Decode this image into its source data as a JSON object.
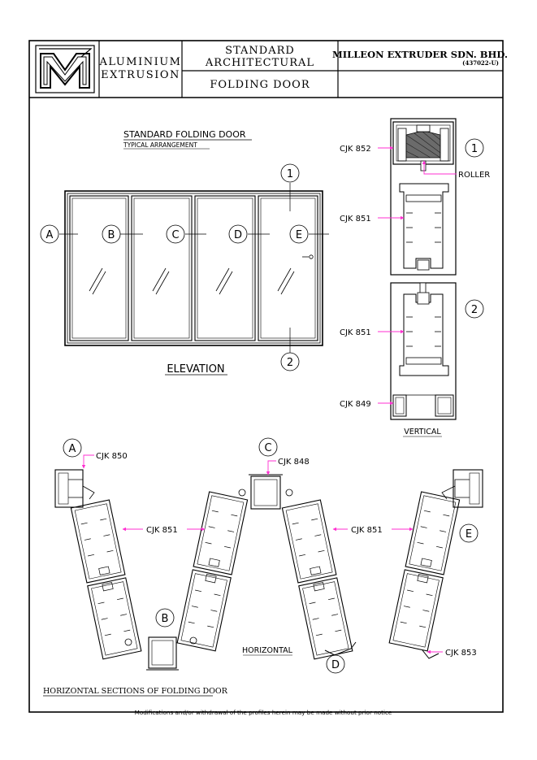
{
  "title_block": {
    "company_line1": "ALUMINIUM",
    "company_line2": "EXTRUSION",
    "category_line1": "STANDARD",
    "category_line2": "ARCHITECTURAL",
    "product": "FOLDING DOOR",
    "manufacturer": "MILLEON EXTRUDER SDN. BHD.",
    "reg_no": "(437022-U)"
  },
  "elevation": {
    "heading": "STANDARD FOLDING DOOR",
    "subheading": "TYPICAL ARRANGEMENT",
    "caption": "ELEVATION",
    "markers": [
      "A",
      "B",
      "C",
      "D",
      "E"
    ],
    "section_1": "1",
    "section_2": "2"
  },
  "vertical": {
    "caption": "VERTICAL",
    "marker_1": "1",
    "marker_2": "2",
    "label_852": "CJK 852",
    "label_roller": "ROLLER",
    "label_851_top": "CJK 851",
    "label_851_bottom": "CJK 851",
    "label_849": "CJK 849"
  },
  "horizontal": {
    "caption": "HORIZONTAL",
    "marker_a": "A",
    "marker_b": "B",
    "marker_c": "C",
    "marker_d": "D",
    "marker_e": "E",
    "label_850": "CJK 850",
    "label_848": "CJK 848",
    "label_851_left": "CJK 851",
    "label_851_right": "CJK 851",
    "label_853": "CJK 853"
  },
  "footer": {
    "section_title": "HORIZONTAL SECTIONS OF FOLDING DOOR",
    "notice": "Modifications and/or withdrawal of the profiles herein may be made without prior notice"
  }
}
